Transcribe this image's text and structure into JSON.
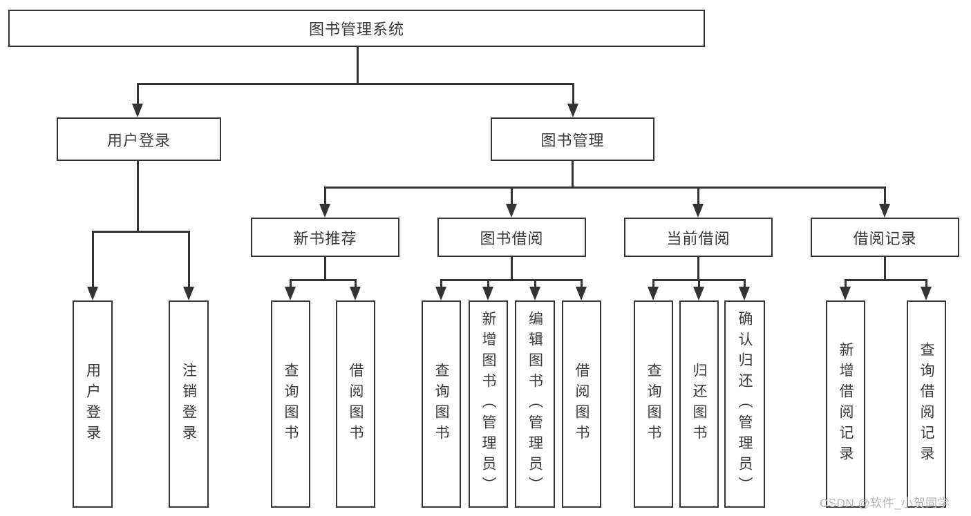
{
  "tree": {
    "root": "图书管理系统",
    "branches": [
      {
        "label": "用户登录",
        "children": [
          "用户登录",
          "注销登录"
        ]
      },
      {
        "label": "图书管理",
        "sections": [
          {
            "label": "新书推荐",
            "children": [
              "查询图书",
              "借阅图书"
            ]
          },
          {
            "label": "图书借阅",
            "children": [
              "查询图书",
              "新增图书（管理员）",
              "编辑图书（管理员）",
              "借阅图书"
            ]
          },
          {
            "label": "当前借阅",
            "children": [
              "查询图书",
              "归还图书",
              "确认归还（管理员）"
            ]
          },
          {
            "label": "借阅记录",
            "children": [
              "新增借阅记录",
              "查询借阅记录"
            ]
          }
        ]
      }
    ]
  },
  "watermark": {
    "text": "CSDN @软件_小贺同学"
  },
  "colors": {
    "line": "#333333",
    "text": "#3a3a3a",
    "watermark": "#b6b6b6",
    "background": "#ffffff"
  }
}
